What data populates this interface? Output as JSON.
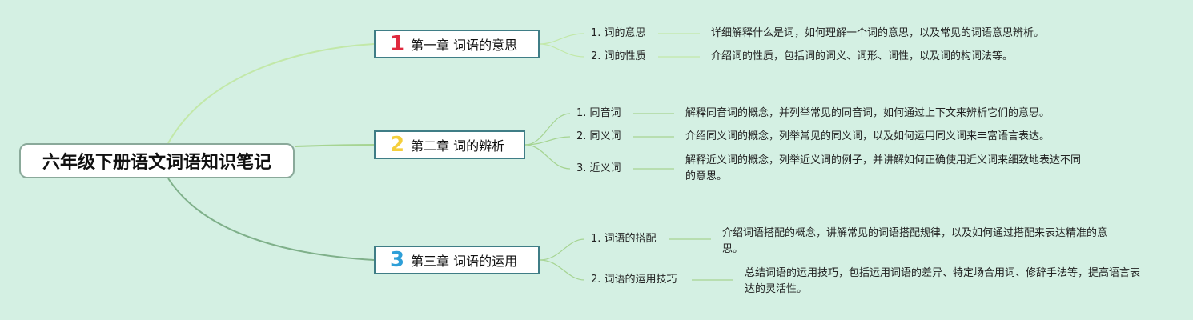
{
  "root": {
    "title": "六年级下册语文词语知识笔记"
  },
  "colors": {
    "num1": "#e0293e",
    "num2": "#f5cf3c",
    "num3": "#2e9fd8"
  },
  "chapters": [
    {
      "number": "1",
      "title": "第一章 词语的意思",
      "topics": [
        {
          "label": "1. 词的意思",
          "desc": "详细解释什么是词，如何理解一个词的意思，以及常见的词语意思辨析。"
        },
        {
          "label": "2. 词的性质",
          "desc": "介绍词的性质，包括词的词义、词形、词性，以及词的构词法等。"
        }
      ]
    },
    {
      "number": "2",
      "title": "第二章 词的辨析",
      "topics": [
        {
          "label": "1. 同音词",
          "desc": "解释同音词的概念，并列举常见的同音词，如何通过上下文来辨析它们的意思。"
        },
        {
          "label": "2. 同义词",
          "desc": "介绍同义词的概念，列举常见的同义词，以及如何运用同义词来丰富语言表达。"
        },
        {
          "label": "3. 近义词",
          "desc": "解释近义词的概念，列举近义词的例子，并讲解如何正确使用近义词来细致地表达不同的意思。"
        }
      ]
    },
    {
      "number": "3",
      "title": "第三章 词语的运用",
      "topics": [
        {
          "label": "1. 词语的搭配",
          "desc": "介绍词语搭配的概念，讲解常见的词语搭配规律，以及如何通过搭配来表达精准的意思。"
        },
        {
          "label": "2. 词语的运用技巧",
          "desc": "总结词语的运用技巧，包括运用词语的差异、特定场合用词、修辞手法等，提高语言表达的灵活性。"
        }
      ]
    }
  ]
}
